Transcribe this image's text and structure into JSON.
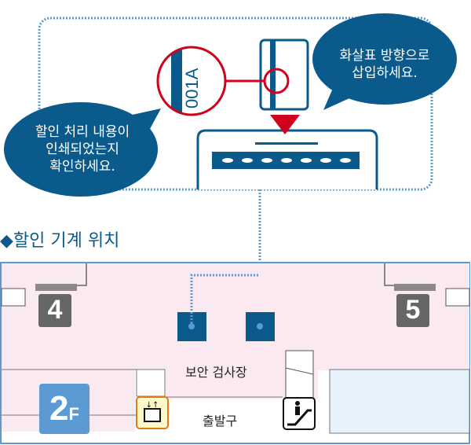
{
  "instruction": {
    "bubble_left": [
      "할인 처리 내용이",
      "인쇄되었는지",
      "확인하세요."
    ],
    "bubble_right": [
      "화살표 방향으로",
      "삽입하세요."
    ],
    "ticket_code": "001A",
    "colors": {
      "primary": "#0a5a8c",
      "accent_red": "#d0021b",
      "dotted": "#5b9ad3"
    }
  },
  "map": {
    "heading": "◆할인 기계 위치",
    "gate_4": "4",
    "gate_5": "5",
    "security_label": "보안 검사장",
    "departure_label": "출발구",
    "floor_badge": {
      "number": "2",
      "suffix": "F"
    },
    "icons": [
      "elevator-icon",
      "escalator-icon",
      "discount-machine-icon"
    ],
    "colors": {
      "zone_pink": "#fbe9f2",
      "zone_blue": "#e6f3fc",
      "gate": "#666666",
      "floor": "#5b9ad3"
    }
  }
}
